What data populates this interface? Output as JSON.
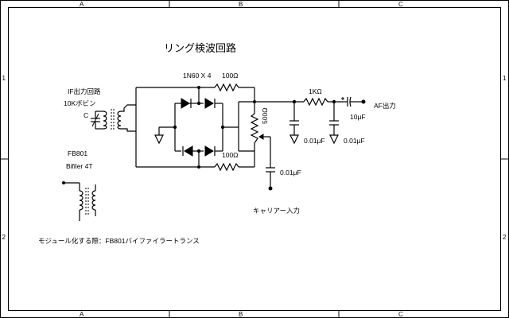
{
  "title": "リング検波回路",
  "border": {
    "columns": [
      "A",
      "B",
      "C"
    ],
    "rows": [
      "1",
      "2"
    ]
  },
  "labels": {
    "if_out": "IF出力回路",
    "coil": "10Kボビン",
    "cap_c": "C",
    "fb801": "FB801",
    "bifiler": "Bifiler 4T",
    "module_note": "モジュール化する際：FB801バイファイラートランス",
    "diodes": "1N60 X 4",
    "r_top": "100Ω",
    "r_bottom": "100Ω",
    "pot": "500Ω",
    "carrier_cap": "0.01μF",
    "carrier_in": "キャリアー入力",
    "r_out": "1KΩ",
    "c_out1": "0.01μF",
    "c_out2": "0.01μF",
    "c_coupling": "10μF",
    "af_out": "AF出力"
  }
}
